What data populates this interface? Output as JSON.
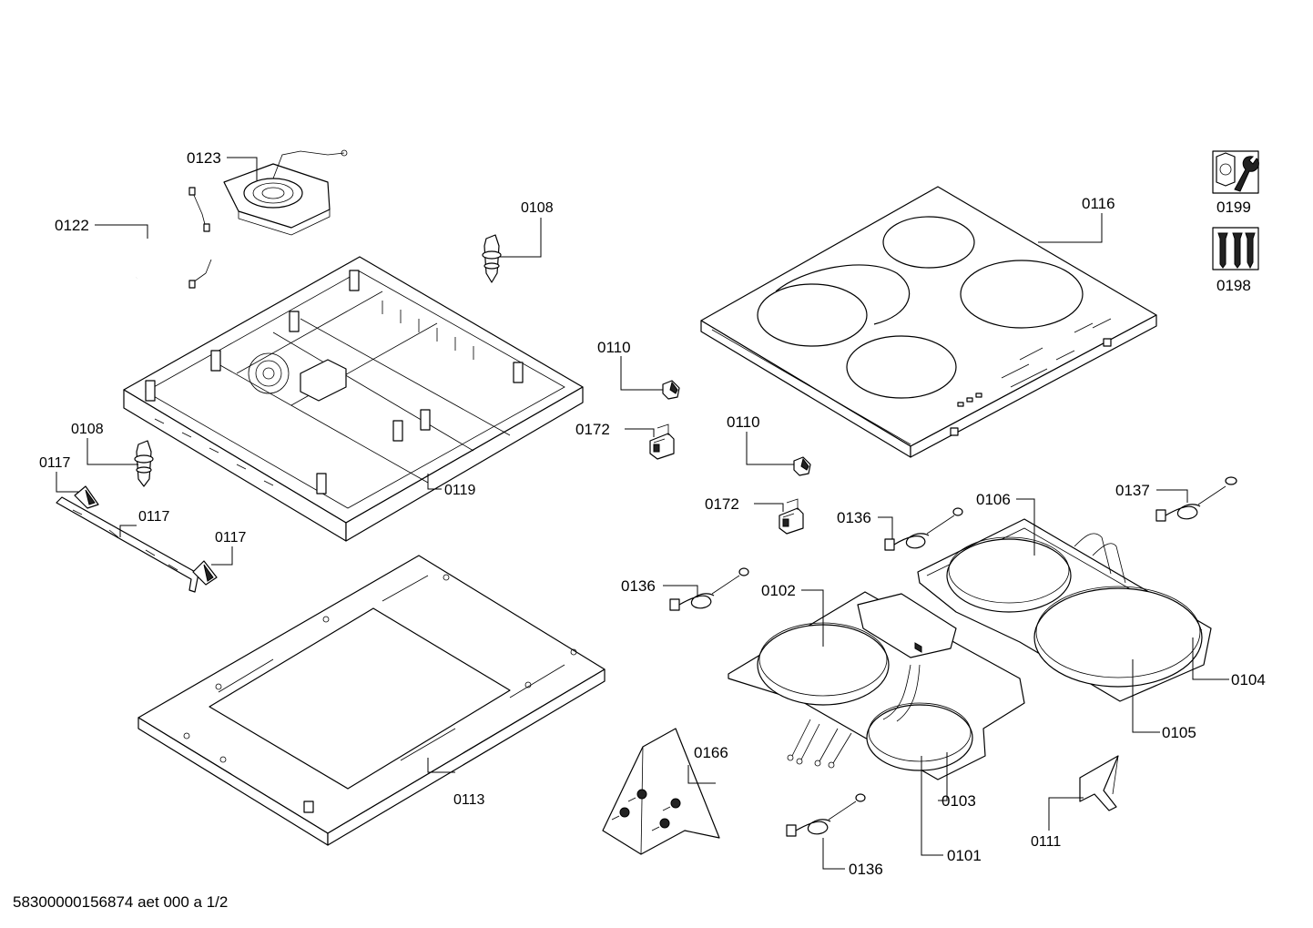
{
  "labels": {
    "p0123": "0123",
    "p0122": "0122",
    "p0108a": "0108",
    "p0108b": "0108",
    "p0110a": "0110",
    "p0110b": "0110",
    "p0172a": "0172",
    "p0172b": "0172",
    "p0116": "0116",
    "p0199": "0199",
    "p0198": "0198",
    "p0117a": "0117",
    "p0117b": "0117",
    "p0117c": "0117",
    "p0119": "0119",
    "p0113": "0113",
    "p0136a": "0136",
    "p0136b": "0136",
    "p0136c": "0136",
    "p0106": "0106",
    "p0137": "0137",
    "p0102": "0102",
    "p0104": "0104",
    "p0105": "0105",
    "p0166": "0166",
    "p0103": "0103",
    "p0101": "0101",
    "p0111": "0111"
  },
  "footer": {
    "document_code": "58300000156874 aet 000 a 1/2"
  }
}
